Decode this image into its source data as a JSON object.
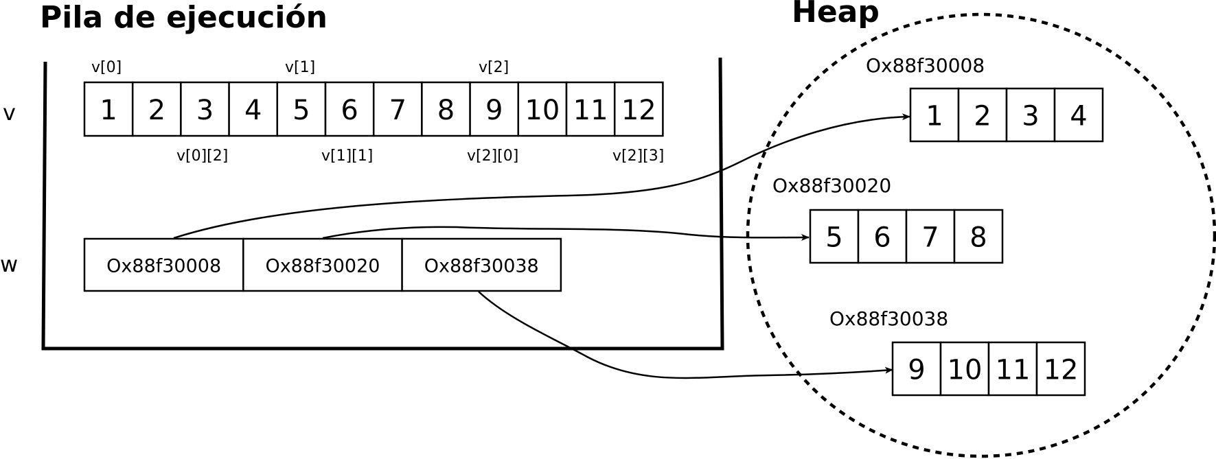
{
  "titles": {
    "stack": "Pila de ejecución",
    "heap": "Heap"
  },
  "variables": {
    "v": "v",
    "w": "w"
  },
  "v_array": {
    "values": [
      "1",
      "2",
      "3",
      "4",
      "5",
      "6",
      "7",
      "8",
      "9",
      "10",
      "11",
      "12"
    ],
    "top_labels": [
      "v[0]",
      "v[1]",
      "v[2]"
    ],
    "bottom_labels": [
      "v[0][2]",
      "v[1][1]",
      "v[2][0]",
      "v[2][3]"
    ]
  },
  "w_array": {
    "values": [
      "Ox88f30008",
      "Ox88f30020",
      "Ox88f30038"
    ]
  },
  "heap_blocks": [
    {
      "address": "Ox88f30008",
      "values": [
        "1",
        "2",
        "3",
        "4"
      ]
    },
    {
      "address": "Ox88f30020",
      "values": [
        "5",
        "6",
        "7",
        "8"
      ]
    },
    {
      "address": "Ox88f30038",
      "values": [
        "9",
        "10",
        "11",
        "12"
      ]
    }
  ]
}
